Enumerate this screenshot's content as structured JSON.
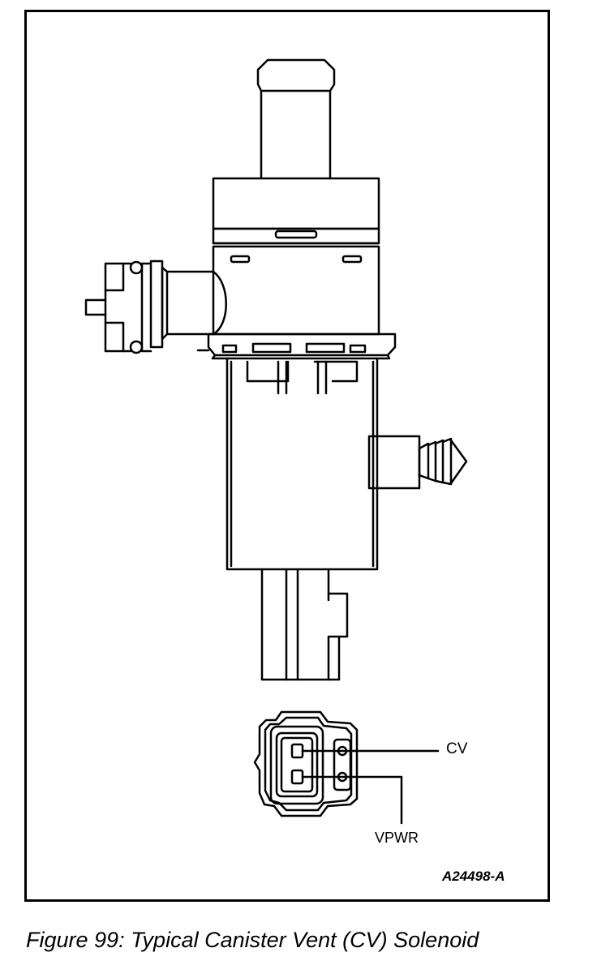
{
  "diagram": {
    "labels": {
      "cv": "CV",
      "vpwr": "VPWR",
      "figure_id": "A24498-A"
    }
  },
  "caption": "Figure 99: Typical Canister Vent (CV) Solenoid"
}
